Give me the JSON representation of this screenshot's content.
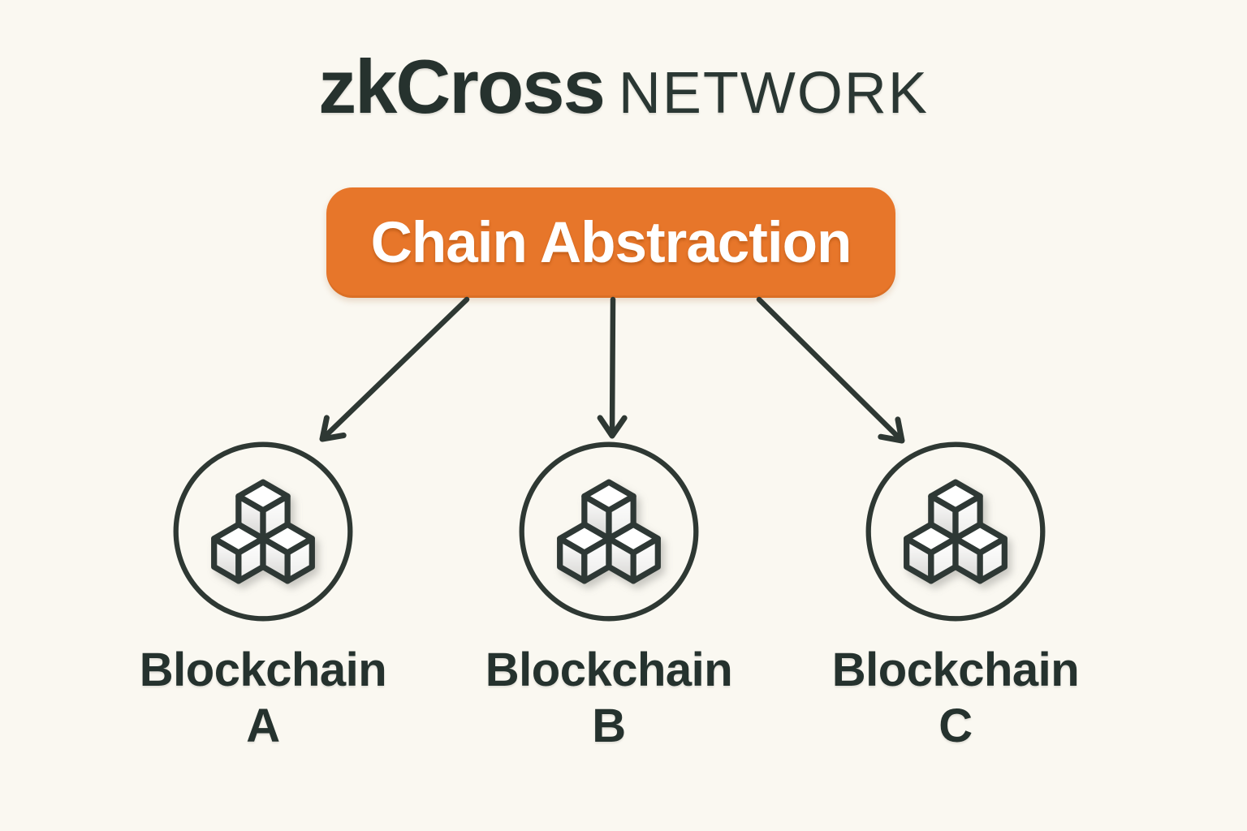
{
  "title": {
    "brand": "zkCross",
    "suffix": "NETWORK"
  },
  "chain_abstraction": {
    "label": "Chain Abstraction"
  },
  "nodes": [
    {
      "name": "Blockchain A",
      "label_line1": "Blockchain",
      "label_line2": "A",
      "icon": "cubes-icon"
    },
    {
      "name": "Blockchain B",
      "label_line1": "Blockchain",
      "label_line2": "B",
      "icon": "cubes-icon"
    },
    {
      "name": "Blockchain C",
      "label_line1": "Blockchain",
      "label_line2": "C",
      "icon": "cubes-icon"
    }
  ],
  "colors": {
    "background": "#FAF8F1",
    "ink": "#26322E",
    "line": "#2E3833",
    "accent_orange": "#E7762A",
    "box_text": "#FFFFFF",
    "cube_face": "#FFFFFF",
    "cube_face_shade": "#D6D5D2"
  }
}
